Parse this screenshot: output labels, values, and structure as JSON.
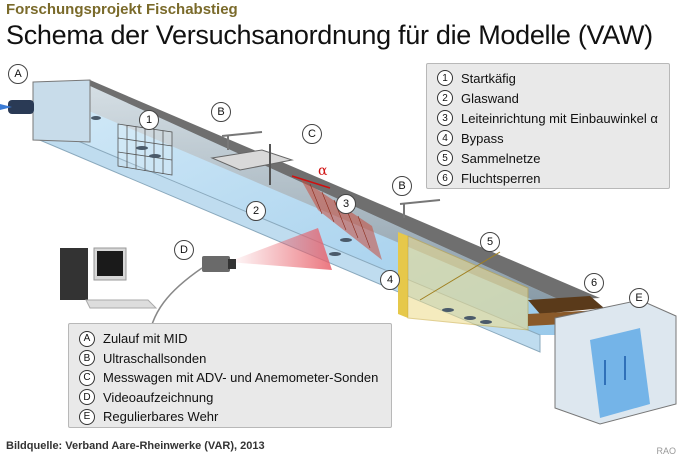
{
  "header": {
    "kicker": "Forschungsprojekt Fischabstieg",
    "title": "Schema der Versuchsanordnung für die Modelle (VAW)"
  },
  "legend_numbers": [
    {
      "num": "1",
      "label": "Startkäfig"
    },
    {
      "num": "2",
      "label": "Glaswand"
    },
    {
      "num": "3",
      "label": "Leiteinrichtung mit Einbauwinkel α"
    },
    {
      "num": "4",
      "label": "Bypass"
    },
    {
      "num": "5",
      "label": "Sammelnetze"
    },
    {
      "num": "6",
      "label": "Fluchtsperren"
    }
  ],
  "legend_letters": [
    {
      "num": "A",
      "label": "Zulauf mit MID"
    },
    {
      "num": "B",
      "label": "Ultraschallsonden"
    },
    {
      "num": "C",
      "label": "Messwagen mit ADV- und Anemometer-Sonden"
    },
    {
      "num": "D",
      "label": "Videoaufzeichnung"
    },
    {
      "num": "E",
      "label": "Regulierbares Wehr"
    }
  ],
  "callouts": {
    "A": "A",
    "B1": "B",
    "B2": "B",
    "C": "C",
    "D": "D",
    "E": "E",
    "n1": "1",
    "n2": "2",
    "n3": "3",
    "n4": "4",
    "n5": "5",
    "n6": "6"
  },
  "angle_symbol": "α",
  "footer": {
    "source": "Bildquelle: Verband Aare-Rheinwerke (VAR), 2013",
    "signature": "RAO"
  },
  "colors": {
    "water": "#a9d3ee",
    "channel_wall": "#8a8a8a",
    "laser": "#e8606a",
    "screen": "#c94a3a",
    "bypass": "#e6c84a"
  }
}
